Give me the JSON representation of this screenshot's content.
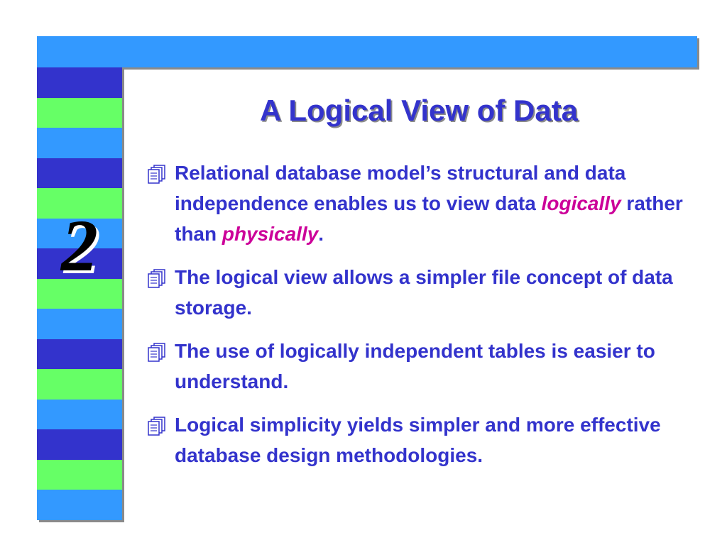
{
  "slide": {
    "chapter_number": "2",
    "title": "A Logical View of Data",
    "bullet_icon": "document-stack-icon",
    "colors": {
      "top_bar": "#3399ff",
      "side_blue": "#3333cc",
      "side_green": "#66ff66",
      "side_sky": "#3399ff",
      "text": "#3333cc",
      "emphasis": "#cc0099"
    },
    "bullets": [
      {
        "text_1": "Relational database model’s structural and data independence enables us to view data ",
        "emph_1": "logically",
        "text_2": " rather than ",
        "emph_2": "physically",
        "text_3": "."
      },
      {
        "text": "The logical view allows a simpler file concept of data storage."
      },
      {
        "text": "The use of logically independent tables is easier to understand."
      },
      {
        "text": "Logical simplicity yields simpler and more effective database design methodologies."
      }
    ]
  }
}
